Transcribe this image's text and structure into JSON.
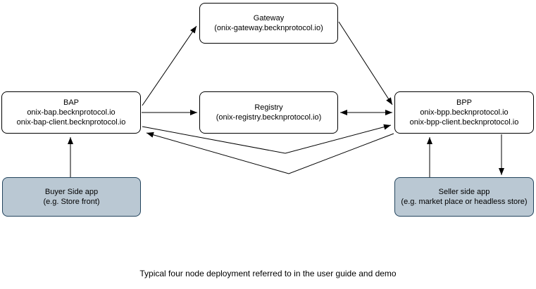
{
  "diagram": {
    "caption": "Typical four node deployment referred to in the user guide and demo",
    "colors": {
      "node_fill": "#ffffff",
      "node_border": "#000000",
      "app_fill": "#bac8d3",
      "app_border": "#23445d",
      "edge": "#000000"
    },
    "nodes": {
      "gateway": {
        "lines": [
          "Gateway",
          "(onix-gateway.becknprotocol.io)"
        ]
      },
      "bap": {
        "lines": [
          "BAP",
          "onix-bap.becknprotocol.io",
          "onix-bap-client.becknprotocol.io"
        ]
      },
      "registry": {
        "lines": [
          "Registry",
          "(onix-registry.becknprotocol.io)"
        ]
      },
      "bpp": {
        "lines": [
          "BPP",
          "onix-bpp.becknprotocol.io",
          "onix-bpp-client.becknprotocol.io"
        ]
      },
      "buyer_app": {
        "lines": [
          "Buyer Side app",
          "(e.g. Store front)"
        ]
      },
      "seller_app": {
        "lines": [
          "Seller side app",
          "(e.g. market place or headless store)"
        ]
      }
    },
    "edges": [
      {
        "from": "bap",
        "to": "gateway",
        "type": "arrow"
      },
      {
        "from": "gateway",
        "to": "bpp",
        "type": "arrow"
      },
      {
        "from": "bap",
        "to": "registry",
        "type": "arrow"
      },
      {
        "from": "registry",
        "to": "bpp",
        "type": "double-arrow"
      },
      {
        "from": "bap",
        "to": "bpp",
        "type": "arrow"
      },
      {
        "from": "bpp",
        "to": "bap",
        "type": "arrow"
      },
      {
        "from": "buyer_app",
        "to": "bap",
        "type": "arrow"
      },
      {
        "from": "seller_app",
        "to": "bpp",
        "type": "arrow"
      },
      {
        "from": "bpp",
        "to": "seller_app",
        "type": "arrow"
      }
    ]
  }
}
